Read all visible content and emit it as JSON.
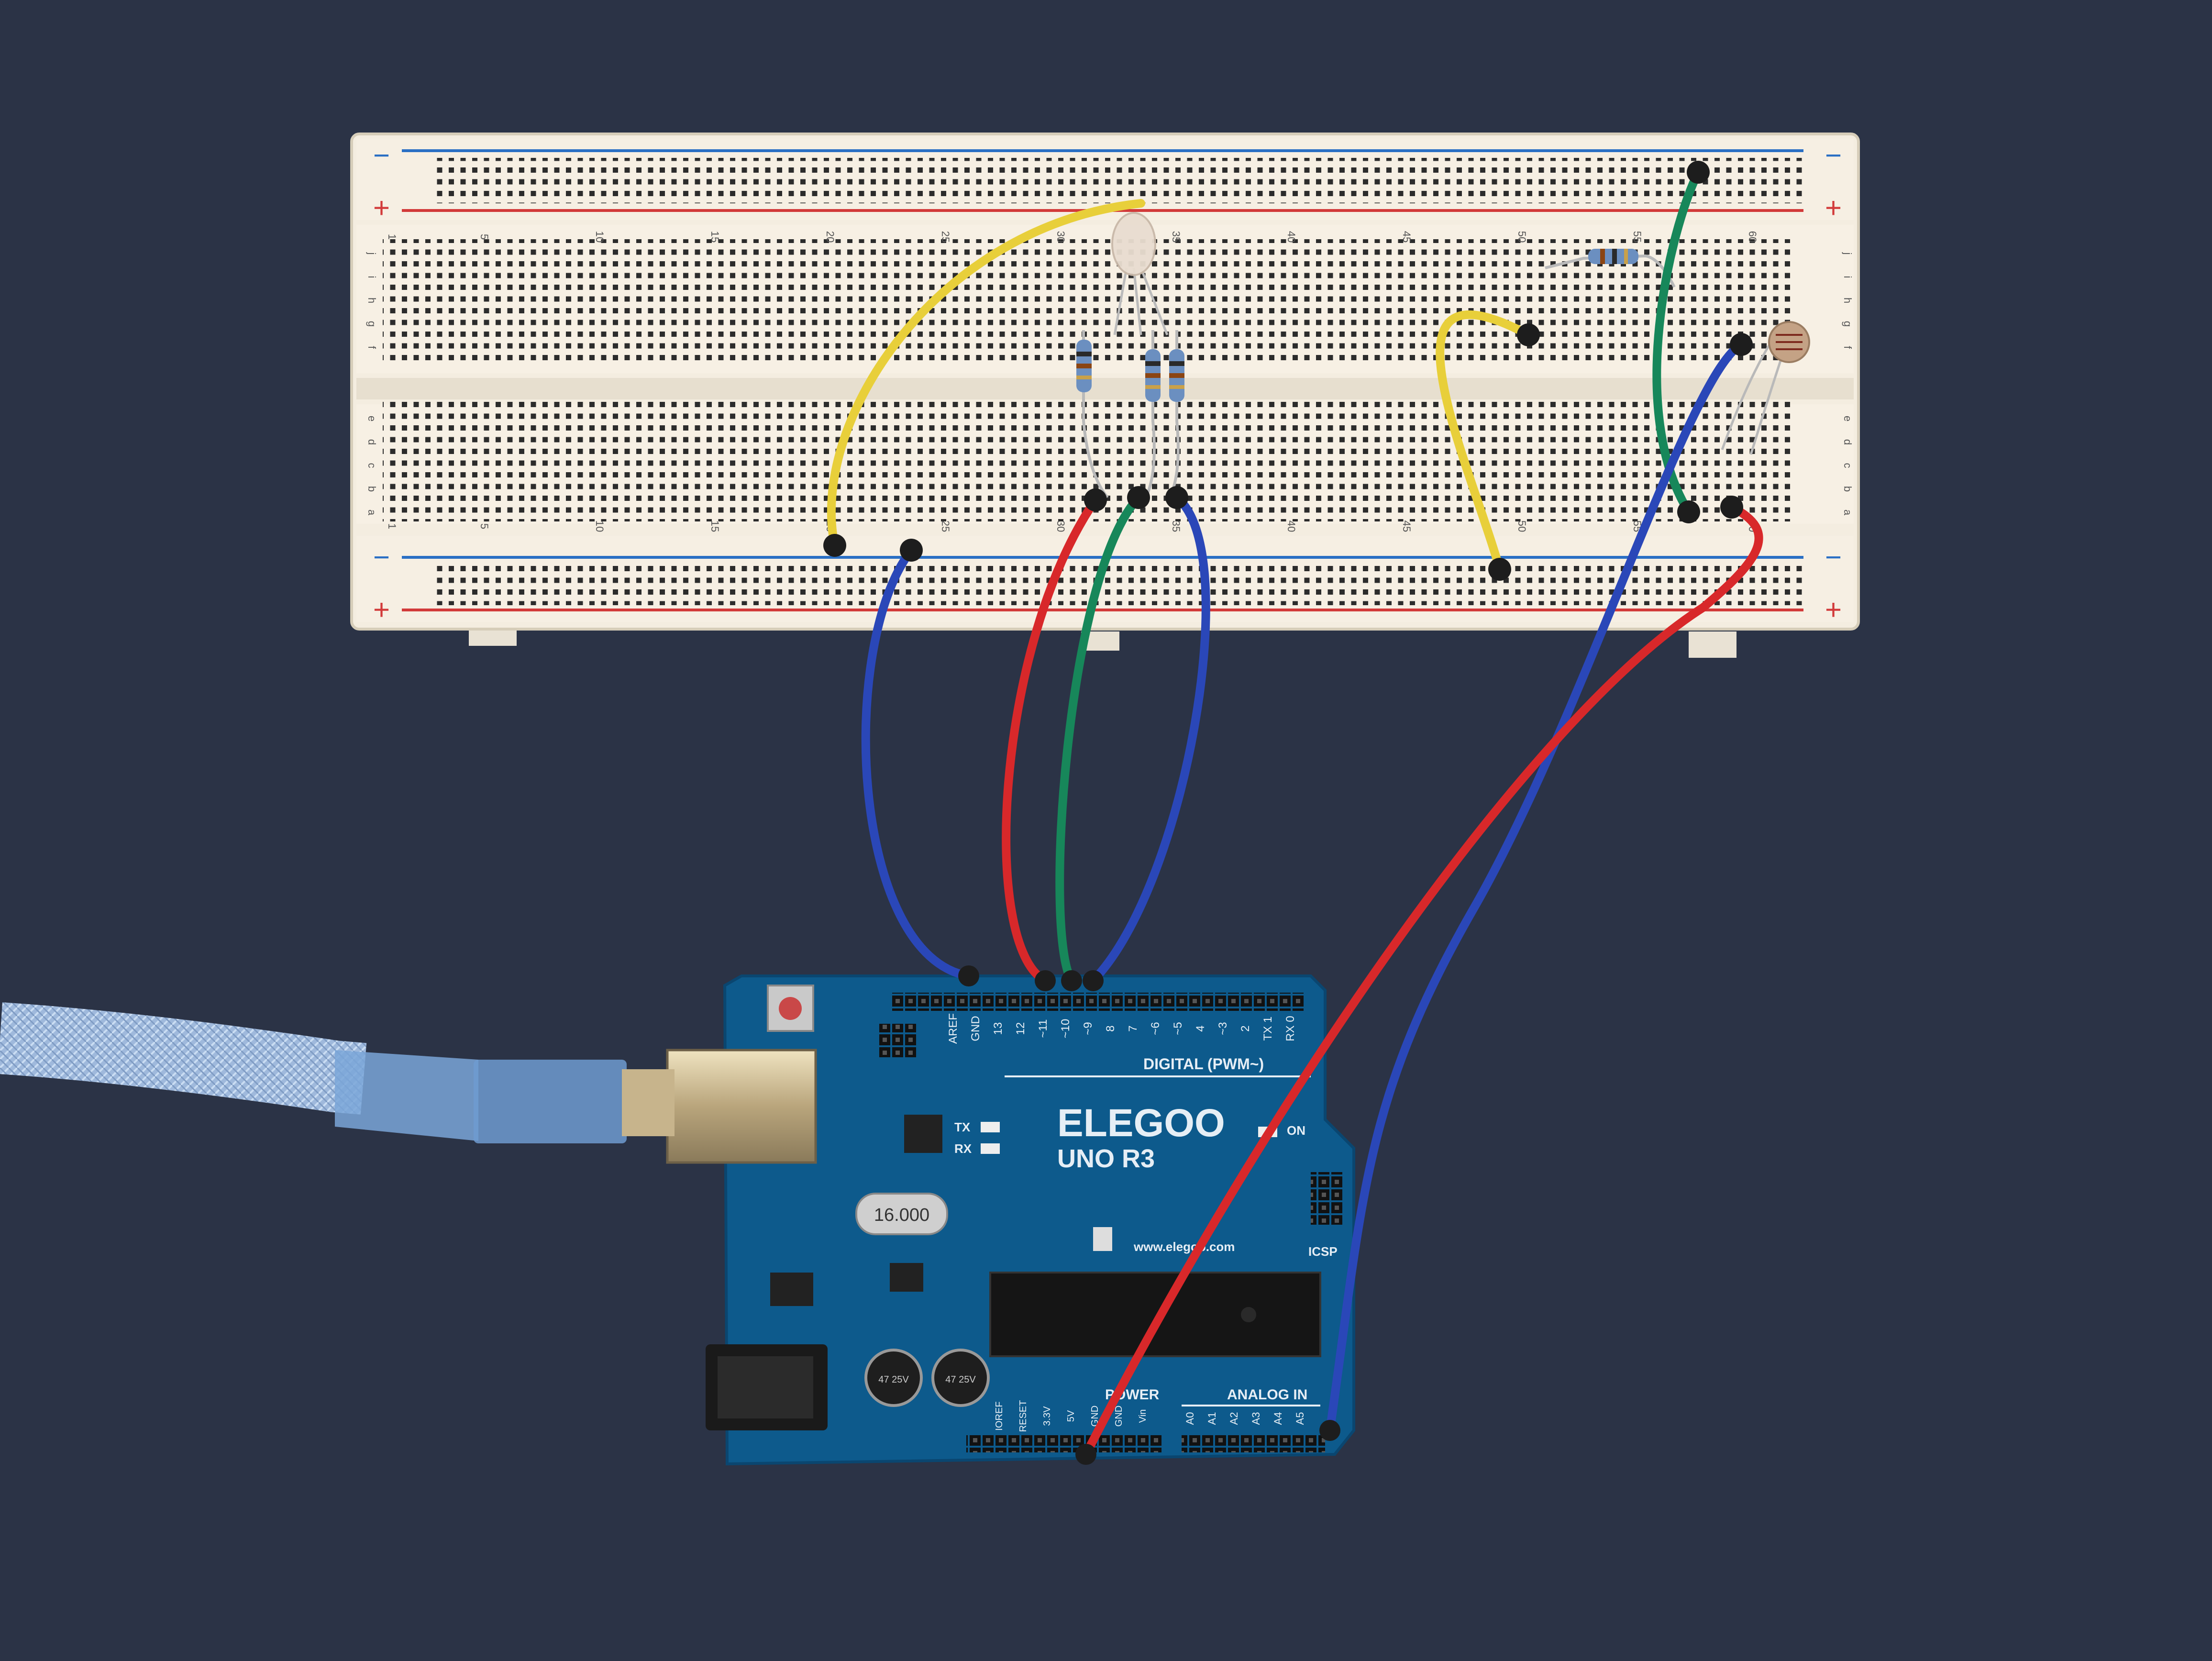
{
  "breadboard": {
    "rail_minus": "−",
    "rail_plus": "+",
    "column_numbers": [
      "1",
      "5",
      "10",
      "15",
      "20",
      "25",
      "30",
      "35",
      "40",
      "45",
      "50",
      "55",
      "60"
    ],
    "row_letters_top": [
      "j",
      "i",
      "h",
      "g",
      "f"
    ],
    "row_letters_bottom": [
      "e",
      "d",
      "c",
      "b",
      "a"
    ]
  },
  "arduino": {
    "brand": "ELEGOO",
    "model": "UNO R3",
    "website": "www.elegoo.com",
    "digital_label": "DIGITAL (PWM~)",
    "power_label": "POWER",
    "analog_label": "ANALOG IN",
    "icsp_label": "ICSP",
    "on_label": "ON",
    "tx_label": "TX",
    "rx_label": "RX",
    "crystal_label": "16.000",
    "capacitor_label": "47 25V",
    "header_labels": [
      "AREF",
      "GND",
      "13",
      "12",
      "~11",
      "~10",
      "~9",
      "8",
      "7",
      "~6",
      "~5",
      "4",
      "~3",
      "2",
      "TX 1",
      "RX 0"
    ],
    "power_pins": [
      "IOREF",
      "RESET",
      "3.3V",
      "5V",
      "GND",
      "GND",
      "Vin"
    ],
    "analog_pins": [
      "A0",
      "A1",
      "A2",
      "A3",
      "A4",
      "A5"
    ]
  },
  "colors": {
    "background": "#2b3346",
    "breadboard": "#f4ede0",
    "board_blue": "#0d5a8c",
    "wire_yellow": "#e8cf3a",
    "wire_red": "#d8282a",
    "wire_green": "#17875a",
    "wire_blue": "#2a47b8",
    "usb_cable": "#a9c3e4"
  }
}
